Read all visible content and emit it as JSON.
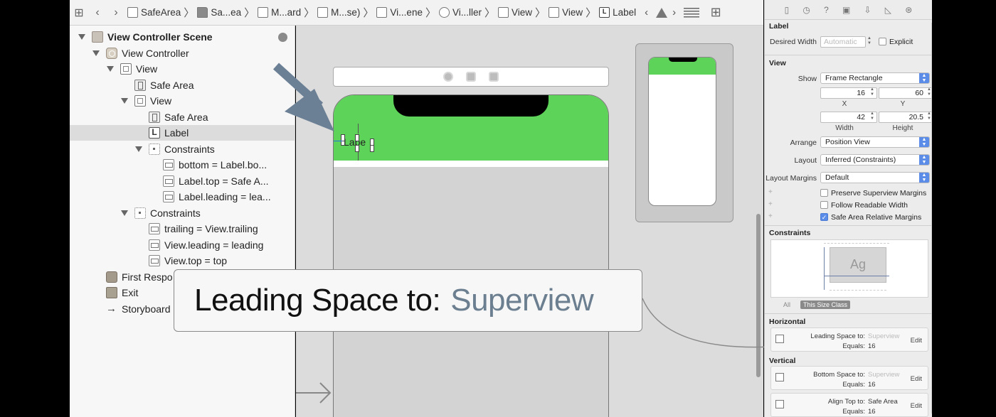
{
  "breadcrumbs": [
    "SafeArea",
    "Sa...ea",
    "M...ard",
    "M...se)",
    "Vi...ene",
    "Vi...ller",
    "View",
    "View",
    "Label"
  ],
  "navigator": {
    "rows": [
      {
        "label": "View Controller Scene",
        "icon": "scene",
        "level": 0,
        "disclosure": true,
        "bold": true
      },
      {
        "label": "View Controller",
        "icon": "vc",
        "level": 1,
        "disclosure": true
      },
      {
        "label": "View",
        "icon": "view",
        "level": 2,
        "disclosure": true
      },
      {
        "label": "Safe Area",
        "icon": "safe",
        "level": 3,
        "disclosure": false
      },
      {
        "label": "View",
        "icon": "view",
        "level": 3,
        "disclosure": true
      },
      {
        "label": "Safe Area",
        "icon": "safe",
        "level": 4,
        "disclosure": false
      },
      {
        "label": "Label",
        "icon": "label",
        "level": 4,
        "disclosure": false,
        "selected": true
      },
      {
        "label": "Constraints",
        "icon": "cons",
        "level": 4,
        "disclosure": true
      },
      {
        "label": "bottom = Label.bo...",
        "icon": "constraint",
        "level": 5,
        "disclosure": false
      },
      {
        "label": "Label.top = Safe A...",
        "icon": "constraint",
        "level": 5,
        "disclosure": false
      },
      {
        "label": "Label.leading = lea...",
        "icon": "constraint",
        "level": 5,
        "disclosure": false
      },
      {
        "label": "Constraints",
        "icon": "cons",
        "level": 3,
        "disclosure": true
      },
      {
        "label": "trailing = View.trailing",
        "icon": "constraint",
        "level": 4,
        "disclosure": false
      },
      {
        "label": "View.leading = leading",
        "icon": "constraint",
        "level": 4,
        "disclosure": false
      },
      {
        "label": "View.top = top",
        "icon": "constraint",
        "level": 4,
        "disclosure": false
      },
      {
        "label": "First Respo",
        "icon": "cube",
        "level": 1,
        "disclosure": false
      },
      {
        "label": "Exit",
        "icon": "exit",
        "level": 1,
        "disclosure": false
      },
      {
        "label": "Storyboard",
        "icon": "arrow",
        "level": 1,
        "disclosure": false
      }
    ]
  },
  "canvas": {
    "label_text": "Labe"
  },
  "callout": {
    "prefix": "Leading Space to:",
    "target": "Superview"
  },
  "inspector": {
    "label_section": "Label",
    "desired_width_label": "Desired Width",
    "desired_width_value": "Automatic",
    "explicit_label": "Explicit",
    "view_section": "View",
    "show_label": "Show",
    "show_value": "Frame Rectangle",
    "x_value": "16",
    "y_value": "60",
    "x_label": "X",
    "y_label": "Y",
    "width_value": "42",
    "height_value": "20.5",
    "width_label": "Width",
    "height_label": "Height",
    "arrange_label": "Arrange",
    "arrange_value": "Position View",
    "layout_label": "Layout",
    "layout_value": "Inferred (Constraints)",
    "layout_margins_label": "Layout Margins",
    "layout_margins_value": "Default",
    "preserve_label": "Preserve Superview Margins",
    "readable_label": "Follow Readable Width",
    "safe_area_label": "Safe Area Relative Margins",
    "constraints_section": "Constraints",
    "ag_text": "Ag",
    "seg_all": "All",
    "seg_size_class": "This Size Class",
    "horizontal_section": "Horizontal",
    "vertical_section": "Vertical",
    "cards": [
      {
        "top_label": "Leading Space to:",
        "top_value": "Superview",
        "dim": true,
        "bottom_label": "Equals:",
        "value": "16",
        "edit": "Edit"
      },
      {
        "top_label": "Bottom Space to:",
        "top_value": "Superview",
        "dim": true,
        "bottom_label": "Equals:",
        "value": "16",
        "edit": "Edit"
      },
      {
        "top_label": "Align Top to:",
        "top_value": "Safe Area",
        "dim": false,
        "bottom_label": "Equals:",
        "value": "16",
        "edit": "Edit"
      }
    ]
  },
  "colors": {
    "green": "#5ed35a",
    "accent_blue": "#5b8de8",
    "arrow_slate": "#6b7f95",
    "superview_text": "#6b7f90"
  }
}
